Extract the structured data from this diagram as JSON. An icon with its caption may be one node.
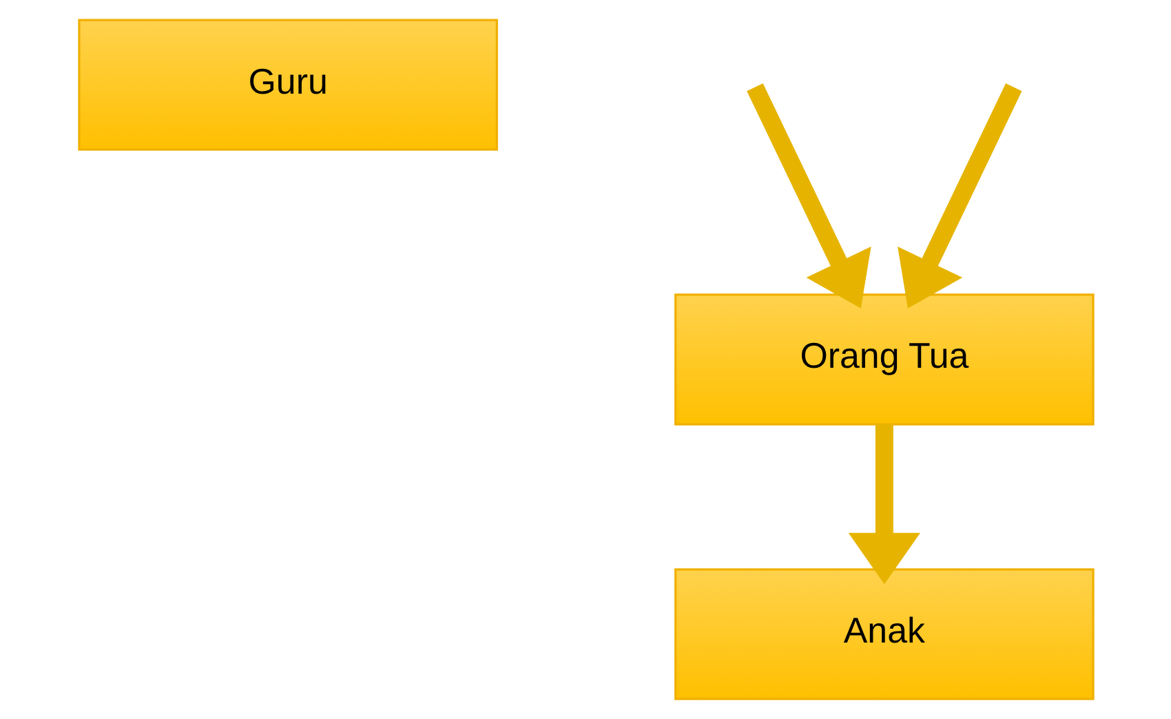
{
  "diagram": {
    "nodes": [
      {
        "text": [
          "Guru"
        ]
      },
      {
        "text": [
          "Orang Tua"
        ]
      },
      {
        "text": [
          "Anak"
        ]
      }
    ],
    "edges": [
      {
        "from": null,
        "to": 1,
        "arrow": "to"
      },
      {
        "from": null,
        "to": 1,
        "arrow": "to"
      },
      {
        "from": 1,
        "to": 2,
        "arrow": "to"
      }
    ]
  }
}
